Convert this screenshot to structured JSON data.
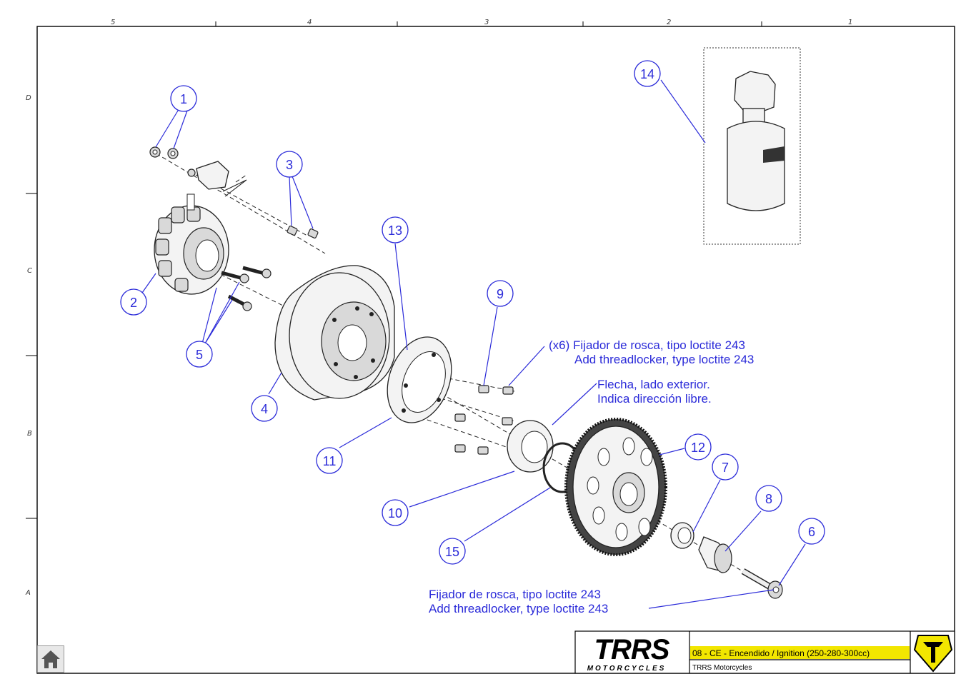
{
  "frame": {
    "top_zones": [
      "5",
      "4",
      "3",
      "2",
      "1"
    ],
    "side_zones": [
      "D",
      "C",
      "B",
      "A"
    ]
  },
  "balloons": [
    {
      "id": "1",
      "label": "1"
    },
    {
      "id": "2",
      "label": "2"
    },
    {
      "id": "3",
      "label": "3"
    },
    {
      "id": "4",
      "label": "4"
    },
    {
      "id": "5",
      "label": "5"
    },
    {
      "id": "6",
      "label": "6"
    },
    {
      "id": "7",
      "label": "7"
    },
    {
      "id": "8",
      "label": "8"
    },
    {
      "id": "9",
      "label": "9"
    },
    {
      "id": "10",
      "label": "10"
    },
    {
      "id": "11",
      "label": "11"
    },
    {
      "id": "12",
      "label": "12"
    },
    {
      "id": "13",
      "label": "13"
    },
    {
      "id": "14",
      "label": "14"
    },
    {
      "id": "15",
      "label": "15"
    }
  ],
  "notes": {
    "threadlocker_x6_es": "(x6) Fijador de rosca, tipo loctite 243",
    "threadlocker_x6_en": "Add threadlocker, type loctite 243",
    "arrow_es": "Flecha, lado exterior.",
    "arrow_es_2": "Indica dirección libre.",
    "threadlocker_es": "Fijador de rosca, tipo loctite 243",
    "threadlocker_en": "Add threadlocker, type loctite 243"
  },
  "title_block": {
    "logo_text": "TRRS",
    "logo_sub": "MOTORCYCLES",
    "drawing_title": "08 - CE - Encendido / Ignition (250-280-300cc)",
    "company": "TRRS Motorcycles"
  },
  "colors": {
    "balloon": "#2b2bd9",
    "title_highlight": "#f2e600",
    "emblem": "#f2e600"
  },
  "icons": {
    "home": "home-icon",
    "emblem": "trrs-emblem-icon"
  }
}
